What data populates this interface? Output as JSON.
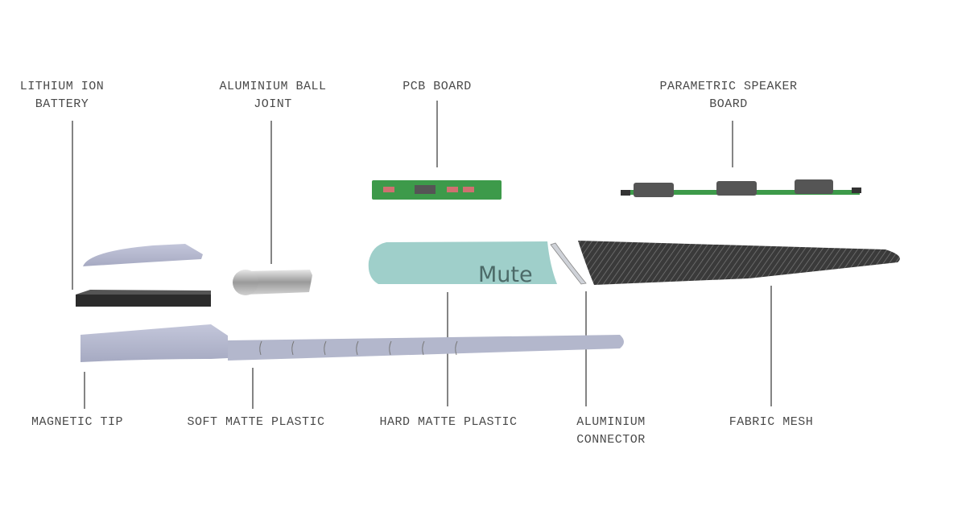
{
  "labels": {
    "battery": [
      "LITHIUM ION",
      "BATTERY"
    ],
    "ball_joint": [
      "ALUMINIUM BALL",
      "JOINT"
    ],
    "pcb": [
      "PCB BOARD"
    ],
    "speaker": [
      "PARAMETRIC SPEAKER",
      "BOARD"
    ],
    "magnetic_tip": [
      "MAGNETIC TIP"
    ],
    "soft_plastic": [
      "SOFT MATTE PLASTIC"
    ],
    "hard_plastic": [
      "HARD MATTE PLASTIC"
    ],
    "connector": [
      "ALUMINIUM",
      "CONNECTOR"
    ],
    "mesh": [
      "FABRIC MESH"
    ]
  },
  "product_text": "Mute",
  "colors": {
    "shell": "#aeb2c9",
    "teal": "#9fcfca",
    "pcb": "#3d9a4a",
    "mesh": "#3a3a3a",
    "battery": "#2b2b2b"
  }
}
